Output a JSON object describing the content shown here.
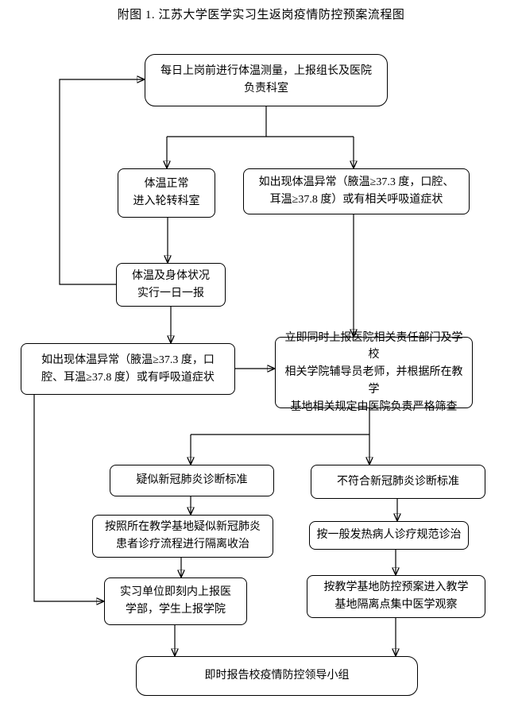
{
  "title": "附图 1. 江苏大学医学实习生返岗疫情防控预案流程图",
  "nodes": {
    "start": "每日上岗前进行体温测量，上报组长及医院\n负责科室",
    "normal_temp": "体温正常\n进入轮转科室",
    "abnormal_temp_right": "如出现体温异常（腋温≥37.3 度，口腔、\n耳温≥37.8 度）或有相关呼吸道症状",
    "daily_report": "体温及身体状况\n实行一日一报",
    "abnormal_temp_left": "如出现体温异常（腋温≥37.3 度，口\n腔、耳温≥37.8 度）或有呼吸道症状",
    "report_hospital_school": "立即同时上报医院相关责任部门及学校\n相关学院辅导员老师，并根据所在教学\n基地相关规定由医院负责严格筛查",
    "suspected_covid": "疑似新冠肺炎诊断标准",
    "not_meet_covid": "不符合新冠肺炎诊断标准",
    "isolation_treatment": "按照所在教学基地疑似新冠肺炎\n患者诊疗流程进行隔离收治",
    "general_fever_treatment": "按一般发热病人诊疗规范诊治",
    "report_medical_dept": "实习单位即刻内上报医\n学部，学生上报学院",
    "medical_observation": "按教学基地防控预案进入教学\n基地隔离点集中医学观察",
    "final_report": "即时报告校疫情防控领导小组"
  }
}
